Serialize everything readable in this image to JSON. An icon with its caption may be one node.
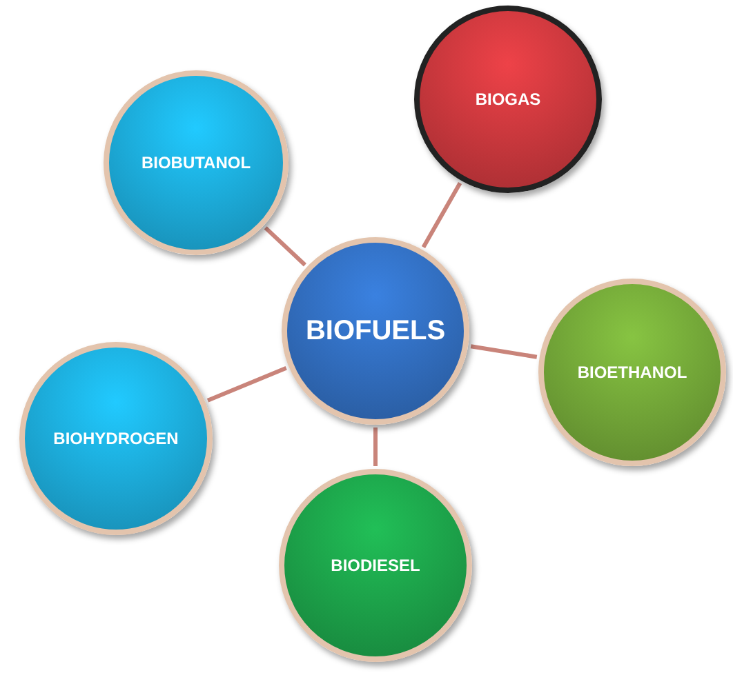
{
  "diagram": {
    "nodes": [
      {
        "text": [
          "BIOGAS"
        ]
      },
      {
        "text": [
          "BIOBUTANOL"
        ]
      },
      {
        "text": [
          "BIOFUELS"
        ]
      },
      {
        "text": [
          "BIOETHANOL"
        ]
      },
      {
        "text": [
          "BIOHYDROGEN"
        ]
      },
      {
        "text": [
          "BIODIESEL"
        ]
      }
    ],
    "edges": [
      {
        "from": 2,
        "to": 0,
        "arrow": "none"
      },
      {
        "from": 2,
        "to": 1,
        "arrow": "none"
      },
      {
        "from": 2,
        "to": 3,
        "arrow": "none"
      },
      {
        "from": 2,
        "to": 4,
        "arrow": "none"
      },
      {
        "from": 2,
        "to": 5,
        "arrow": "none"
      }
    ]
  }
}
